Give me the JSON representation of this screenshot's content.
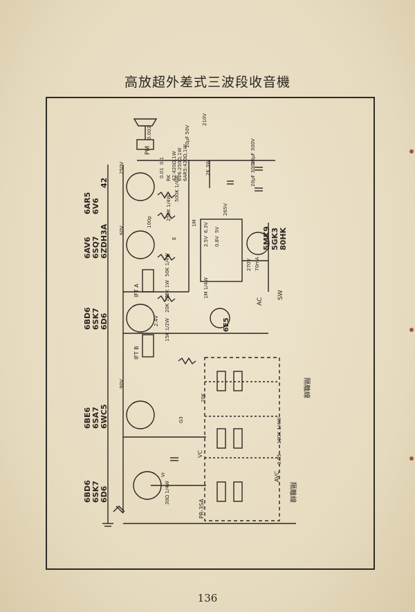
{
  "title": "高放超外差式三波段收音機",
  "page_number": "136",
  "tube_groups": [
    [
      "42",
      "6V6",
      "6AR5"
    ],
    [
      "6ZDH3A",
      "6SQ7",
      "6AV6"
    ],
    [
      "6D6",
      "6SK7",
      "6BD6"
    ],
    [
      "6WC5",
      "6SA7",
      "6BE6"
    ],
    [
      "6D6",
      "6SK7",
      "6BD6"
    ]
  ],
  "rectifier_group": [
    "80HK",
    "5GK3",
    "5MK9"
  ],
  "side_labels": {
    "shield_top": "隔離線",
    "shield_bottom": "隔離線",
    "pm": "PM",
    "rk_lines": [
      "RK",
      "42:420Ω,1W",
      "6V6:250Ω,1W",
      "6AR5:420Ω,1W"
    ],
    "tuning_tube": "6E5",
    "switch": "SW",
    "ac": "AC",
    "vc": "VC",
    "avc": "AVC",
    "pr": "PR-3SA",
    "ift_a": "IFT A",
    "ift_b": "IFT B"
  },
  "component_labels": [
    "0.002",
    "10μF 50V",
    "0.1",
    "0.01",
    "500K 1/4W",
    "250K 1/4W",
    "100p",
    "1M",
    "250V",
    "210V",
    "60V",
    "90V",
    "20μF 300V",
    "20μF 300V",
    "2K 3W",
    "265V",
    "6.3V",
    "2.5V",
    "5V",
    "0.8V",
    "270V",
    "70mA",
    "50K 1/4W",
    "30K 1W",
    "20K 1W",
    "1M 1/4W",
    "2.4V",
    "15K 1/2W",
    "20K",
    "100K 1/4W",
    "0.05",
    "30Ω 1/4W",
    "Vr",
    "G3",
    "K",
    "E"
  ]
}
